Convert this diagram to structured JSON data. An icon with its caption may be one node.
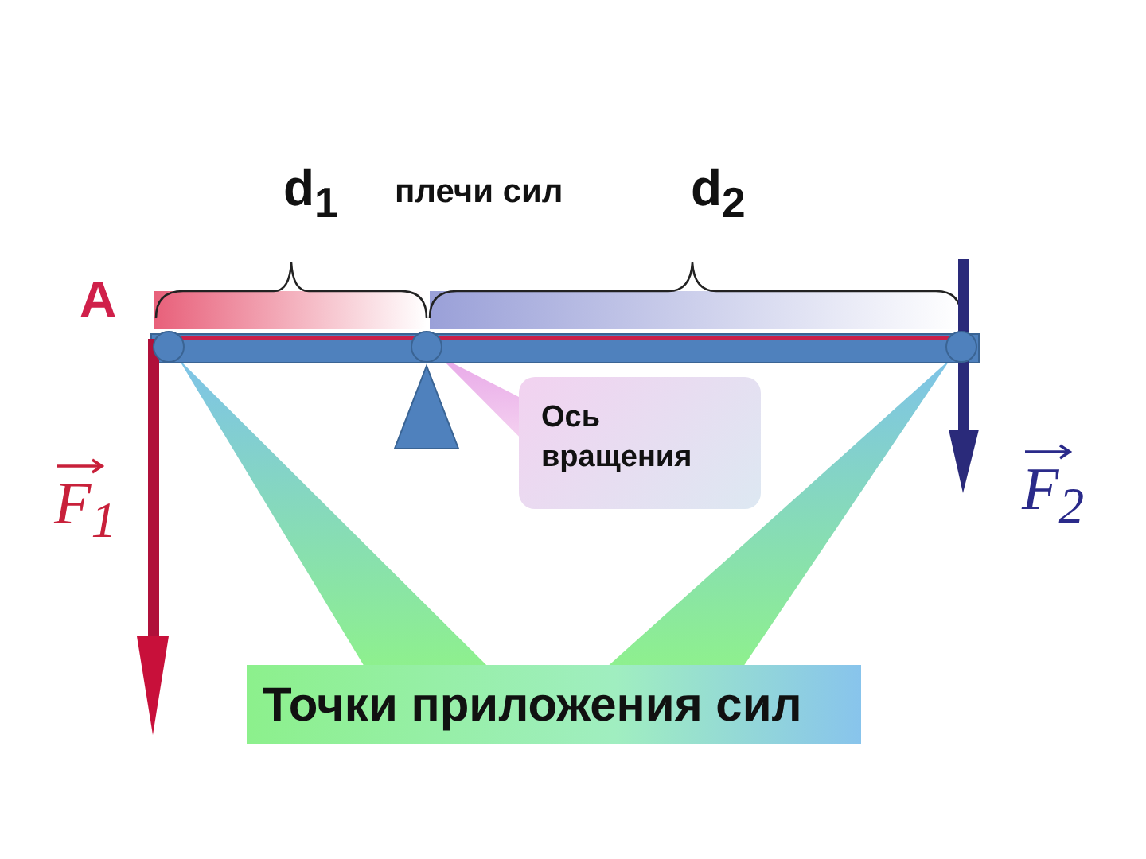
{
  "diagram": {
    "nodes": [
      {
        "text": [],
        "shape": "circle"
      },
      {
        "text": [],
        "shape": "circle"
      },
      {
        "text": [],
        "shape": "circle"
      },
      {
        "text": [
          "Ось вращения"
        ]
      },
      {
        "text": [
          "Точки приложения сил"
        ]
      }
    ],
    "edges": [
      {
        "from": 3,
        "to": 1,
        "arrow": "none"
      },
      {
        "from": 4,
        "to": 0,
        "arrow": "none"
      },
      {
        "from": 4,
        "to": 2,
        "arrow": "none"
      }
    ],
    "labels": [
      "d$_{1}$",
      "плечи сил",
      "d$_{2}$",
      "A",
      "F$_{1}$",
      "F$_{2}$"
    ]
  }
}
